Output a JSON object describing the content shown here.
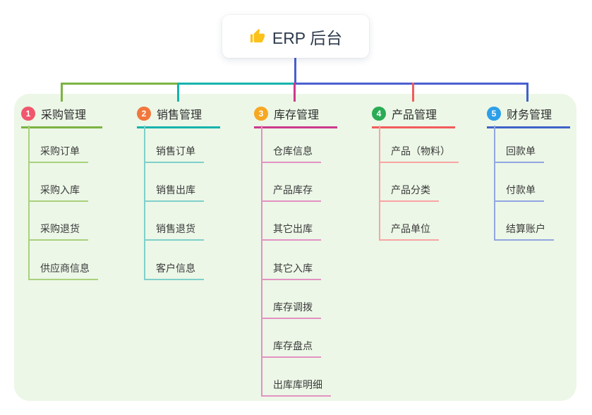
{
  "root": {
    "label": "ERP 后台",
    "icon": "thumbs-up"
  },
  "colors": {
    "panel_bg": "#ecf7e7",
    "root_connector": "#4a5fd0",
    "root_text": "#2e3b4e",
    "branch_text": "#2d2d2d",
    "child_text": "#3a3a3a",
    "thumb_icon": "#fcc21b"
  },
  "branches": [
    {
      "num": "1",
      "label": "采购管理",
      "badge_color": "#f0566c",
      "line_color": "#7cb342",
      "line_tint": "#a9d17e",
      "children": [
        "采购订单",
        "采购入库",
        "采购退货",
        "供应商信息"
      ]
    },
    {
      "num": "2",
      "label": "销售管理",
      "badge_color": "#f2773c",
      "line_color": "#16b3ac",
      "line_tint": "#7fd0ca",
      "children": [
        "销售订单",
        "销售出库",
        "销售退货",
        "客户信息"
      ]
    },
    {
      "num": "3",
      "label": "库存管理",
      "badge_color": "#f7a823",
      "line_color": "#cc3a8c",
      "line_tint": "#e392c2",
      "children": [
        "仓库信息",
        "产品库存",
        "其它出库",
        "其它入库",
        "库存调拨",
        "库存盘点",
        "出库库明细"
      ]
    },
    {
      "num": "4",
      "label": "产品管理",
      "badge_color": "#2aab55",
      "line_color": "#f25c5c",
      "line_tint": "#f8a4a4",
      "children": [
        "产品（物料）",
        "产品分类",
        "产品单位"
      ]
    },
    {
      "num": "5",
      "label": "财务管理",
      "badge_color": "#2d9fe8",
      "line_color": "#3f62c8",
      "line_tint": "#92a6e0",
      "children": [
        "回款单",
        "付款单",
        "结算账户"
      ]
    }
  ]
}
